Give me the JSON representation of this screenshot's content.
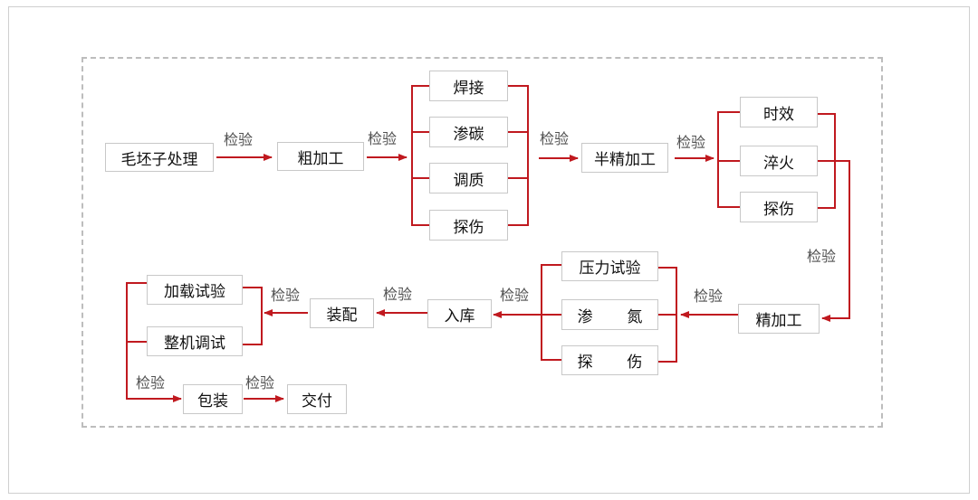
{
  "diagram": {
    "steps": {
      "roughing_pre": "毛坯子处理",
      "rough_machining": "粗加工",
      "welding": "焊接",
      "carburizing": "渗碳",
      "quench_temper": "调质",
      "flaw_detect_1": "探伤",
      "semi_finish": "半精加工",
      "aging": "时效",
      "quenching": "淬火",
      "flaw_detect_2": "探伤",
      "finish_machining": "精加工",
      "pressure_test": "压力试验",
      "nitriding": "渗       氮",
      "flaw_detect_3": "探       伤",
      "warehousing": "入库",
      "assembly": "装配",
      "load_test": "加载试验",
      "overall_debug": "整机调试",
      "packaging": "包装",
      "delivery": "交付"
    },
    "labels": {
      "inspect_1": "检验",
      "inspect_2": "检验",
      "inspect_3": "检验",
      "inspect_4": "检验",
      "inspect_5": "检验",
      "inspect_6": "检验",
      "inspect_7": "检验",
      "inspect_8": "检验",
      "inspect_9": "检验",
      "inspect_10": "检验",
      "inspect_11": "检验"
    },
    "colors": {
      "arrow": "#c0191f",
      "box_border": "#c8c8c8",
      "dashed_frame": "#bdbdbd"
    }
  }
}
